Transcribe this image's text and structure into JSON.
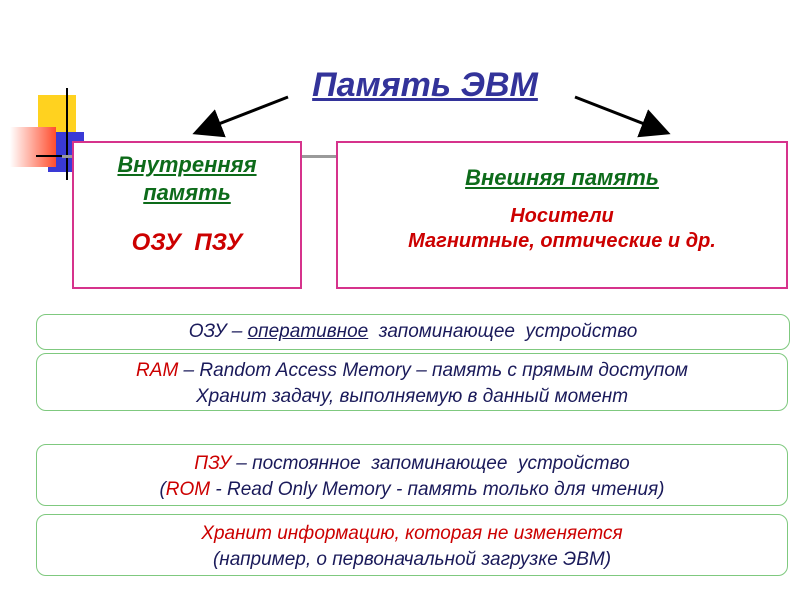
{
  "title": "Память ЭВМ",
  "internal": {
    "heading_line1": "Внутренняя",
    "heading_line2": "память",
    "types": "ОЗУ  ПЗУ"
  },
  "external": {
    "heading": "Внешняя память",
    "line1": "Носители",
    "line2": "Магнитные, оптические и др."
  },
  "ram_def": {
    "abbr": "ОЗУ",
    "dash": " – ",
    "w1": "оперативное",
    "w2": "запоминающее",
    "w3": "устройство"
  },
  "ram_info": {
    "abbr": "RAM",
    "line1_rest": " – Random Access Memory – память с прямым доступом",
    "line2": "Хранит задачу, выполняемую в данный момент"
  },
  "rom_def": {
    "abbr": "ПЗУ",
    "dash": " – ",
    "w1": "постоянное",
    "w2": "запоминающее",
    "w3": "устройство",
    "paren_open": "(",
    "rom": "ROM",
    "line2_rest": " - Read Only Memory - память только для чтения)"
  },
  "rom_info": {
    "line1": "Хранит информацию, которая не изменяется",
    "line2": "(например, о первоначальной загрузке ЭВМ)"
  },
  "colors": {
    "title": "#33339a",
    "box_border": "#d6338c",
    "heading_green": "#0d6b1a",
    "accent_red": "#cc0000",
    "pill_border": "#7fc97f"
  }
}
